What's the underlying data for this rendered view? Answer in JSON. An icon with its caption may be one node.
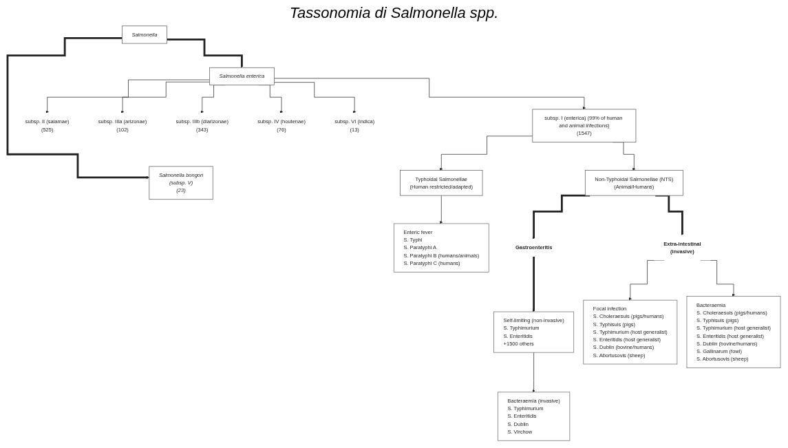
{
  "diagram": {
    "title": "Tassonomia di Salmonella spp.",
    "nodes": [
      {
        "text": [
          "Salmonella"
        ]
      },
      {
        "text": [
          "Salmonella bongori",
          "(subsp. V)",
          "(23)"
        ]
      },
      {
        "text": [
          "Salmonella enterica"
        ]
      },
      {
        "text": [
          "subsp. I (enterica) (99% of human and animal infections)",
          "(1547)"
        ]
      },
      {
        "text": [
          "subsp. II (salamae)",
          "(525)"
        ]
      },
      {
        "text": [
          "subsp. IIIa (arizonae)",
          "(102)"
        ]
      },
      {
        "text": [
          "subsp. IIIb (diarizonae)",
          "(343)"
        ]
      },
      {
        "text": [
          "subsp. IV (houtenae)",
          "(76)"
        ]
      },
      {
        "text": [
          "subsp. VI (indica)",
          "(13)"
        ]
      },
      {
        "text": [
          "Typhoidal Salmonellae",
          "(Human restricted/adapted)"
        ]
      },
      {
        "text": [
          "Non-Typhoidal Salmonellae (NTS)",
          "(Animal/Humans)"
        ]
      },
      {
        "text": [
          "Enteric fever",
          "S. Typhi",
          "S. Paratyphi A",
          "S. Paratyphi B (humans/animals)",
          "S. Paratyphi C (humans)"
        ]
      },
      {
        "text": [
          "Gastroenteritis"
        ]
      },
      {
        "text": [
          "Extra-intestinal",
          "(invasive)"
        ]
      },
      {
        "text": [
          "Self-limiting (non-invasive)",
          "S. Typhimurium",
          "S. Enteritidis",
          "+1500 others"
        ]
      },
      {
        "text": [
          "Bacteraemia (invasive)",
          "S. Typhimurium",
          "S. Enteritidis",
          "S. Dublin",
          "S. Virchow"
        ]
      },
      {
        "text": [
          "Focal infection",
          "S. Choleraesuis (pigs/humans)",
          "S. Typhisuis (pigs)",
          "S. Typhimurium (host generalist)",
          "S. Enteritidis (host generalist)",
          "S. Dublin (bovine/humans)",
          "S. Abortusovis (sheep)"
        ]
      },
      {
        "text": [
          "Bacteraemia",
          "S. Choleraesuis (pigs/humans)",
          "S. Typhisuis (pigs)",
          "S. Typhimurium (host generalist)",
          "S. Enteritidis (host generalist)",
          "S. Dublin (bovine/humans)",
          "S. Gallinarum (fowl)",
          "S. Abortusovis (sheep)"
        ]
      }
    ],
    "edges": [
      {
        "from": 0,
        "to": 1,
        "arrow": "to",
        "style": "thick"
      },
      {
        "from": 0,
        "to": 2,
        "arrow": "to",
        "style": "thick"
      },
      {
        "from": 2,
        "to": 3,
        "arrow": "to"
      },
      {
        "from": 2,
        "to": 4,
        "arrow": "to"
      },
      {
        "from": 2,
        "to": 5,
        "arrow": "to"
      },
      {
        "from": 2,
        "to": 6,
        "arrow": "to"
      },
      {
        "from": 2,
        "to": 7,
        "arrow": "to"
      },
      {
        "from": 2,
        "to": 8,
        "arrow": "to"
      },
      {
        "from": 3,
        "to": 9,
        "arrow": "to"
      },
      {
        "from": 3,
        "to": 10,
        "arrow": "to"
      },
      {
        "from": 9,
        "to": 11,
        "arrow": "to"
      },
      {
        "from": 10,
        "to": 12,
        "arrow": "to",
        "style": "thick"
      },
      {
        "from": 10,
        "to": 13,
        "arrow": "to",
        "style": "thick"
      },
      {
        "from": 12,
        "to": 14,
        "arrow": "to",
        "style": "thick"
      },
      {
        "from": 14,
        "to": 15,
        "arrow": "to"
      },
      {
        "from": 13,
        "to": 16,
        "arrow": "to"
      },
      {
        "from": 13,
        "to": 17,
        "arrow": "to"
      }
    ]
  }
}
